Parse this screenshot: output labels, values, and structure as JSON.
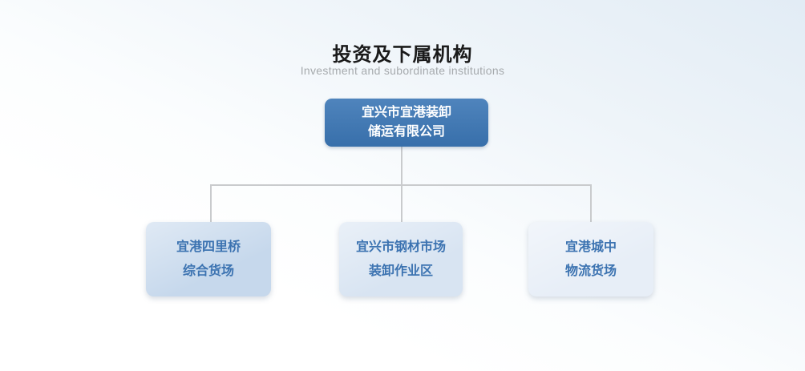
{
  "header": {
    "title": "投资及下属机构",
    "subtitle": "Investment and subordinate institutions"
  },
  "org_chart": {
    "root": {
      "name_line1": "宜兴市宜港装卸",
      "name_line2": "储运有限公司"
    },
    "children": [
      {
        "name_line1": "宜港四里桥",
        "name_line2": "综合货场"
      },
      {
        "name_line1": "宜兴市钢材市场",
        "name_line2": "装卸作业区"
      },
      {
        "name_line1": "宜港城中",
        "name_line2": "物流货场"
      }
    ]
  },
  "colors": {
    "root-box-bg": "#3b76b5",
    "child1-bg": "#c6d8ec",
    "child2-bg": "#d8e4f2",
    "child3-bg": "#e7eef7",
    "child-text": "#3c73b1",
    "connector": "#c9cbcd",
    "title-text": "#1a1a1a",
    "subtitle-text": "#a6aaad"
  }
}
